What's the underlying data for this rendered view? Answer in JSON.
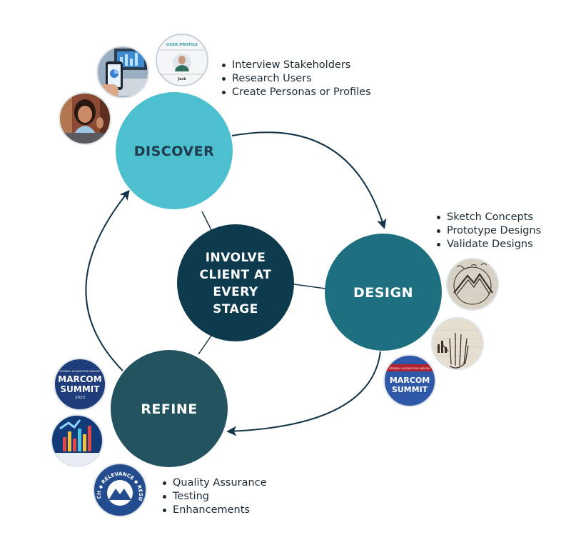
{
  "stages": {
    "discover": {
      "label": "DISCOVER",
      "color": "#4dc0cf",
      "text_color": "#1f3b4d",
      "bullets": [
        "Interview Stakeholders",
        "Research Users",
        "Create Personas or Profiles"
      ]
    },
    "design": {
      "label": "DESIGN",
      "color": "#1e6f80",
      "text_color": "#ffffff",
      "bullets": [
        "Sketch Concepts",
        "Prototype Designs",
        "Validate Designs"
      ]
    },
    "refine": {
      "label": "REFINE",
      "color": "#22535f",
      "text_color": "#ffffff",
      "bullets": [
        "Quality Assurance",
        "Testing",
        "Enhancements"
      ]
    }
  },
  "center": {
    "lines": [
      "INVOLVE",
      "CLIENT AT",
      "EVERY",
      "STAGE"
    ],
    "color": "#0e3a4e",
    "text_color": "#ffffff"
  },
  "arrow_color": "#143548",
  "thumbnails": {
    "user_profile": {
      "title": "USER PROFILE",
      "name": "Jack"
    },
    "marcom_left": {
      "top": "FEDERAL ACQUISITION SERVICE",
      "line1": "MARCOM",
      "line2": "SUMMIT",
      "year": "2023"
    },
    "marcom_right": {
      "top": "FEDERAL ACQUISITION SERVICE",
      "line1": "MARCOM",
      "line2": "SUMMIT"
    },
    "rrr_logo": {
      "ring_text": "REACH ◆ RELEVANCE ◆ RESULTS"
    }
  }
}
